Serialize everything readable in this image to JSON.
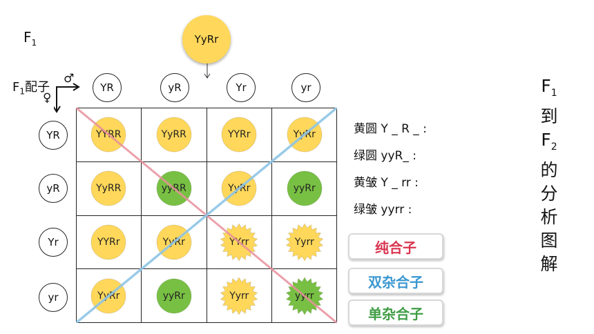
{
  "f1": {
    "label": "F",
    "sub": "1"
  },
  "parent_genotype": "YyRr",
  "gamete_label": {
    "main": "F",
    "sub": "1",
    "rest": "配子"
  },
  "male_symbol": "♂",
  "female_symbol": "♀",
  "male_gametes": [
    "YR",
    "yR",
    "Yr",
    "yr"
  ],
  "female_gametes": [
    "YR",
    "yR",
    "Yr",
    "yr"
  ],
  "cells": [
    [
      "YYRR",
      "YyRR",
      "YYRr",
      "YyRr"
    ],
    [
      "YyRR",
      "yyRR",
      "YyRr",
      "yyRr"
    ],
    [
      "YYRr",
      "YyRr",
      "YYrr",
      "Yyrr"
    ],
    [
      "YyRr",
      "yyRr",
      "Yyrr",
      "yyrr"
    ]
  ],
  "phenotypes": [
    [
      "round-yellow",
      "round-yellow",
      "round-yellow",
      "round-yellow"
    ],
    [
      "round-yellow",
      "round-green",
      "round-yellow",
      "round-green"
    ],
    [
      "round-yellow",
      "round-yellow",
      "wrinkled-yellow",
      "wrinkled-yellow"
    ],
    [
      "round-yellow",
      "round-green",
      "wrinkled-yellow",
      "wrinkled-green"
    ]
  ],
  "legend": {
    "yellow_round": "黄圆 Y _ R _ :",
    "green_round": "绿圆 yyR_ :",
    "yellow_wrinkled": "黄皱 Y _ rr :",
    "green_wrinkled": "绿皱 yyrr :"
  },
  "badges": {
    "homozygous": "纯合子",
    "double_heterozygous": "双杂合子",
    "single_heterozygous": "单杂合子"
  },
  "side_title": {
    "c1": "F",
    "s1": "1",
    "c2": "到",
    "c3": "F",
    "s2": "2",
    "c4": "的",
    "c5": "分",
    "c6": "析",
    "c7": "图",
    "c8": "解"
  },
  "colors": {
    "yellow": "#ffd75a",
    "green": "#78c043",
    "homozygous": "#d9344f",
    "double_heterozygous": "#3a97d0",
    "single_heterozygous": "#3f9d45",
    "diag_pink": "#e8909c",
    "diag_blue": "#8ec5e6"
  }
}
